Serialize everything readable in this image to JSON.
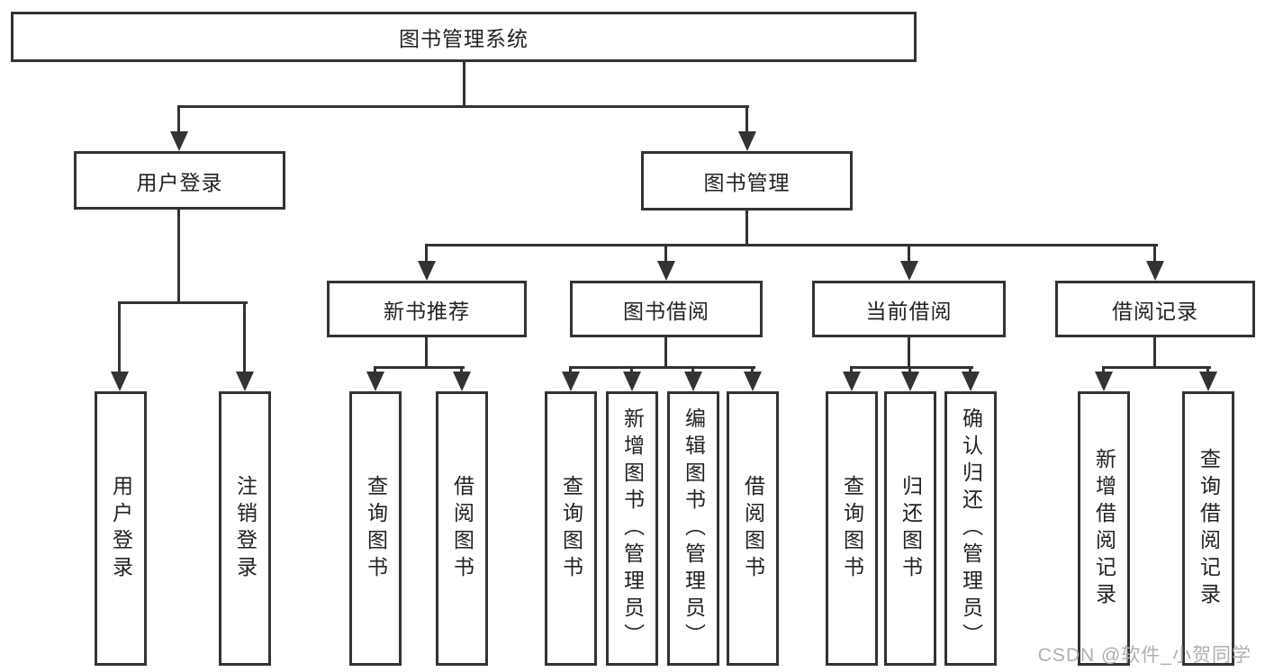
{
  "root": {
    "label": "图书管理系统"
  },
  "level2": [
    {
      "label": "用户登录",
      "children": [
        "用户登录",
        "注销登录"
      ]
    },
    {
      "label": "图书管理"
    }
  ],
  "level3": [
    {
      "label": "新书推荐",
      "children": [
        "查询图书",
        "借阅图书"
      ]
    },
    {
      "label": "图书借阅",
      "children": [
        "查询图书",
        "新增图书（管理员）",
        "编辑图书（管理员）",
        "借阅图书"
      ]
    },
    {
      "label": "当前借阅",
      "children": [
        "查询图书",
        "归还图书",
        "确认归还（管理员）"
      ]
    },
    {
      "label": "借阅记录",
      "children": [
        "新增借阅记录",
        "查询借阅记录"
      ]
    }
  ],
  "watermark": {
    "text": "CSDN @软件_小贺同学"
  },
  "colors": {
    "line": "#333333",
    "box_border": "#333333",
    "text": "#222222",
    "background": "#ffffff",
    "watermark": "#b0b0b0"
  }
}
